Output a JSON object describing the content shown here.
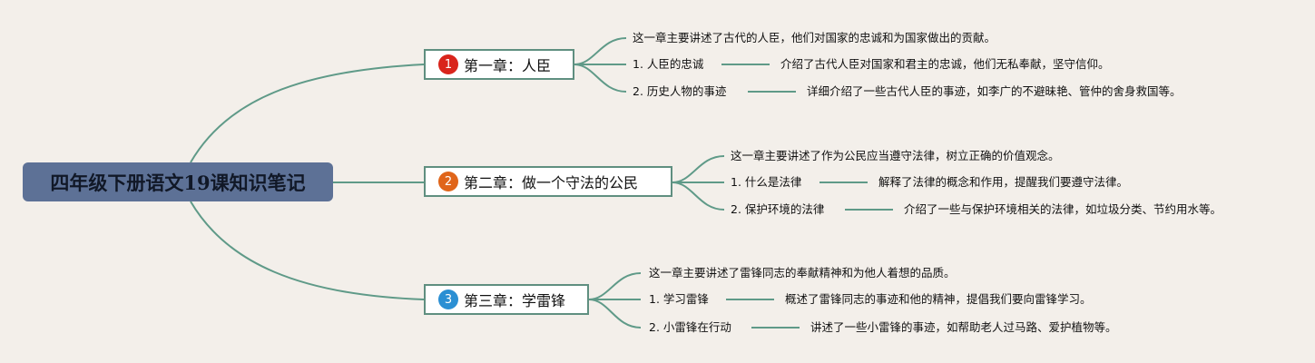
{
  "root": {
    "title": "四年级下册语文19课知识笔记"
  },
  "chapters": [
    {
      "badge": "1",
      "badge_color": "#d9251c",
      "title": "第一章：人臣",
      "summary": "这一章主要讲述了古代的人臣，他们对国家的忠诚和为国家做出的贡献。",
      "items": [
        {
          "label": "1. 人臣的忠诚",
          "desc": "介绍了古代人臣对国家和君主的忠诚，他们无私奉献，坚守信仰。"
        },
        {
          "label": "2. 历史人物的事迹",
          "desc": "详细介绍了一些古代人臣的事迹，如李广的不避昧艳、管仲的舍身救国等。"
        }
      ]
    },
    {
      "badge": "2",
      "badge_color": "#e0651a",
      "title": "第二章：做一个守法的公民",
      "summary": "这一章主要讲述了作为公民应当遵守法律，树立正确的价值观念。",
      "items": [
        {
          "label": "1. 什么是法律",
          "desc": "解释了法律的概念和作用，提醒我们要遵守法律。"
        },
        {
          "label": "2. 保护环境的法律",
          "desc": "介绍了一些与保护环境相关的法律，如垃圾分类、节约用水等。"
        }
      ]
    },
    {
      "badge": "3",
      "badge_color": "#2b8fd3",
      "title": "第三章：学雷锋",
      "summary": "这一章主要讲述了雷锋同志的奉献精神和为他人着想的品质。",
      "items": [
        {
          "label": "1. 学习雷锋",
          "desc": "概述了雷锋同志的事迹和他的精神，提倡我们要向雷锋学习。"
        },
        {
          "label": "2. 小雷锋在行动",
          "desc": "讲述了一些小雷锋的事迹，如帮助老人过马路、爱护植物等。"
        }
      ]
    }
  ]
}
